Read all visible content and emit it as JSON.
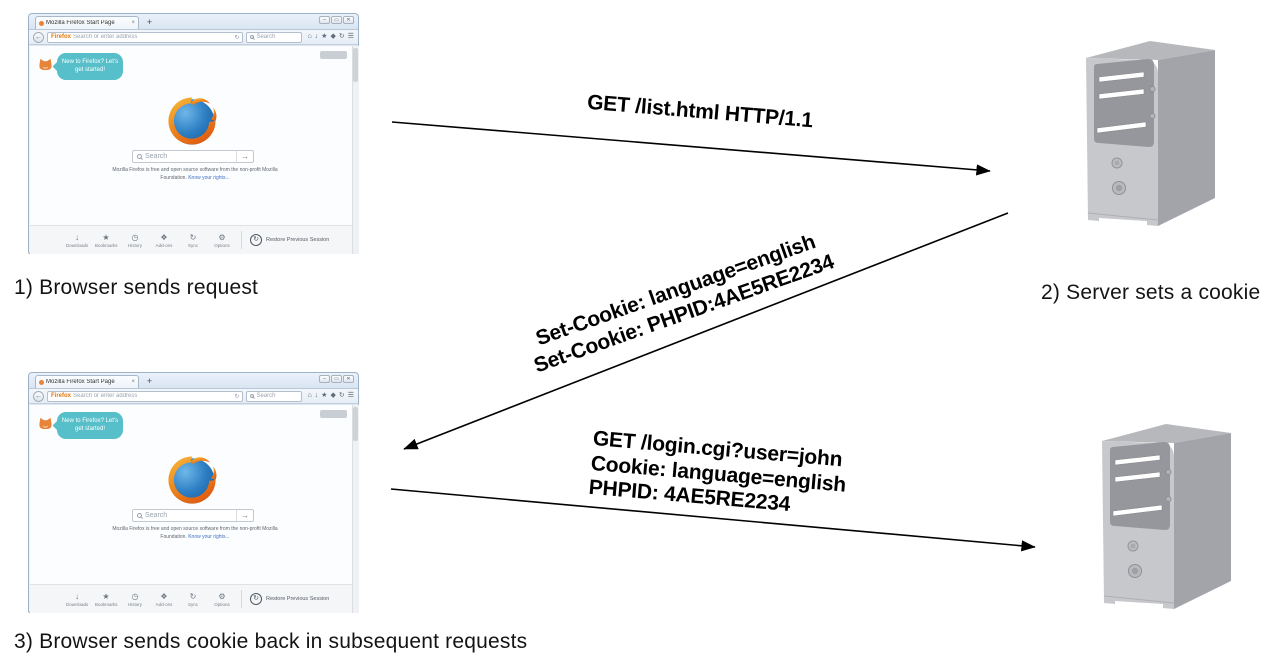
{
  "diagram": {
    "step_labels": {
      "step1": "1) Browser sends request",
      "step2": "2) Server sets a cookie",
      "step3": "3) Browser sends cookie back in subsequent requests"
    },
    "messages": {
      "request1": {
        "line1": "GET /list.html HTTP/1.1"
      },
      "set_cookie": {
        "line1": "Set-Cookie: language=english",
        "line2": "Set-Cookie: PHPID:4AE5RE2234"
      },
      "request2": {
        "line1": "GET /login.cgi?user=john",
        "line2": "Cookie: language=english",
        "line3": "PHPID: 4AE5RE2234"
      }
    }
  },
  "browser": {
    "tab_title": "Mozilla Firefox Start Page",
    "tab_close_glyph": "×",
    "new_tab_glyph": "+",
    "window_controls": {
      "minimize": "–",
      "maximize": "▭",
      "close": "✕"
    },
    "back_glyph": "←",
    "url_brand": "Firefox",
    "url_placeholder": "Search or enter address",
    "reload_glyph": "↻",
    "nav_search_placeholder": "Search",
    "top_icons": [
      "home-icon",
      "downloads-icon",
      "bookmarks-star-icon",
      "shield-icon",
      "sync-icon",
      "menu-icon"
    ],
    "onboarding_bubble": {
      "line1": "New to Firefox? Let's",
      "line2": "get started!"
    },
    "center_search_placeholder": "Search",
    "go_glyph": "→",
    "footer": {
      "line1": "Mozilla Firefox is free and open source software from the non-profit Mozilla",
      "line2_prefix": "Foundation. ",
      "link": "Know your rights..."
    },
    "start_toolbar": [
      {
        "label": "Downloads",
        "icon": "download-icon"
      },
      {
        "label": "Bookmarks",
        "icon": "star-icon"
      },
      {
        "label": "History",
        "icon": "clock-icon"
      },
      {
        "label": "Add-ons",
        "icon": "puzzle-icon"
      },
      {
        "label": "Sync",
        "icon": "sync-icon"
      },
      {
        "label": "Options",
        "icon": "gear-icon"
      }
    ],
    "restore_session_label": "Restore Previous Session",
    "restore_icon_glyph": "↻"
  },
  "colors": {
    "arrow": "#000000",
    "window_chrome": "#dde7f3",
    "bubble_teal": "#56bfc9",
    "firefox_orange": "#e8833a",
    "logo_blue": "#2e7fc4",
    "link_blue": "#3f6fc4",
    "server_front": "#c7c8cb",
    "server_panel": "#96979c",
    "server_side": "#a3a4a9"
  }
}
